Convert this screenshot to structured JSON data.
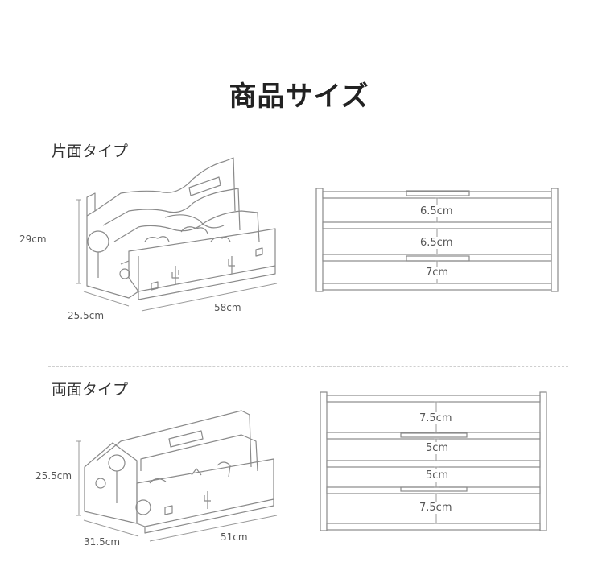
{
  "title": "商品サイズ",
  "single": {
    "label": "片面タイプ",
    "height": "29cm",
    "depth": "25.5cm",
    "width": "58cm",
    "gaps": [
      "6.5cm",
      "6.5cm",
      "7cm"
    ]
  },
  "double": {
    "label": "両面タイプ",
    "height": "25.5cm",
    "depth": "31.5cm",
    "width": "51cm",
    "gaps": [
      "7.5cm",
      "5cm",
      "5cm",
      "7.5cm"
    ]
  },
  "colors": {
    "line": "#8a8a8a",
    "text": "#555555",
    "title": "#222222"
  }
}
